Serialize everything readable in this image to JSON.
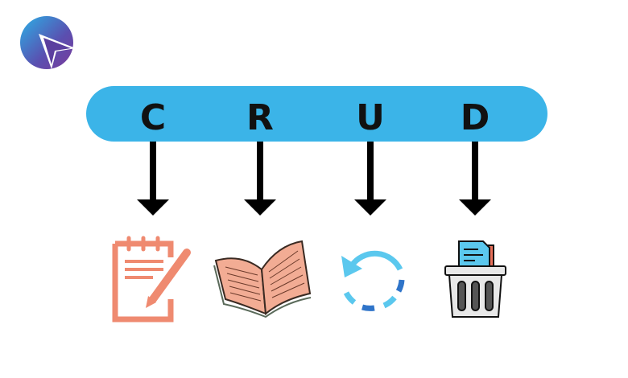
{
  "letters": [
    "C",
    "R",
    "U",
    "D"
  ],
  "operations": [
    {
      "letter": "C",
      "icon": "notepad-pencil-icon"
    },
    {
      "letter": "R",
      "icon": "open-book-icon"
    },
    {
      "letter": "U",
      "icon": "refresh-arrow-icon"
    },
    {
      "letter": "D",
      "icon": "trash-bin-icon"
    }
  ],
  "colors": {
    "bar": "#3bb4e8",
    "arrow": "#000000",
    "create": "#ef8a70",
    "book": "#f2ac94",
    "refresh": "#5bc8ee",
    "refresh_dark": "#2f74c9",
    "trash": "#e8e8e8"
  }
}
